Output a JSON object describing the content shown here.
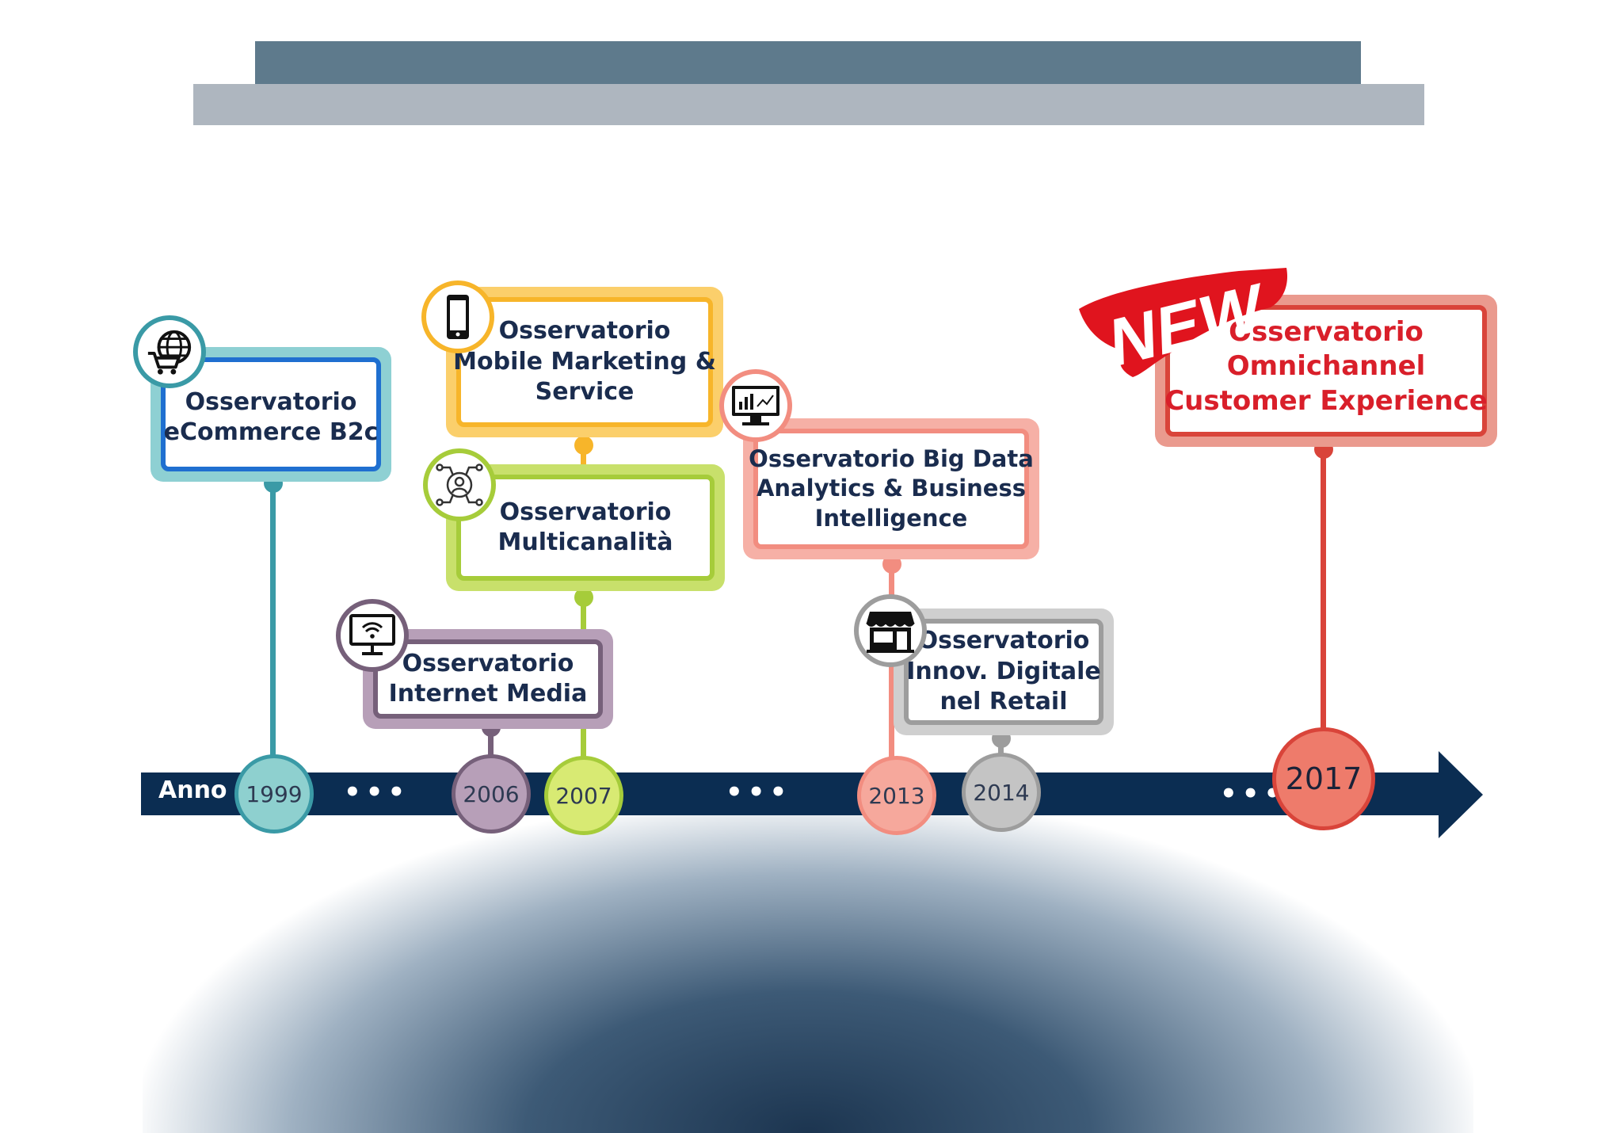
{
  "timeline": {
    "axis_label": "Anno",
    "ellipsis": "•••",
    "accent_arrow": "#0b2d52"
  },
  "badge": {
    "label": "NEW",
    "color": "#e0141e"
  },
  "observatories": [
    {
      "id": "ecommerce",
      "label": "Osservatorio\neCommerce B2c",
      "year": "1999",
      "icon": "globe-cart-icon",
      "color": "#3a9aa6",
      "year_fill": "#8ed0cf"
    },
    {
      "id": "internet-media",
      "label": "Osservatorio\nInternet Media",
      "year": "2006",
      "icon": "monitor-wifi-icon",
      "color": "#76607a",
      "year_fill": "#b79fb8"
    },
    {
      "id": "multicanalita",
      "label": "Osservatorio\nMulticanalità",
      "year": "2007",
      "icon": "network-user-icon",
      "color": "#a6cc3a",
      "year_fill": "#d8ea73"
    },
    {
      "id": "mobile",
      "label": "Osservatorio\nMobile Marketing &\nService",
      "year": "",
      "icon": "smartphone-icon",
      "color": "#f7b52a",
      "year_fill": ""
    },
    {
      "id": "big-data",
      "label": "Osservatorio Big Data\nAnalytics & Business\nIntelligence",
      "year": "2013",
      "icon": "analytics-monitor-icon",
      "color": "#f28d80",
      "year_fill": "#f6a89c"
    },
    {
      "id": "retail",
      "label": "Osservatorio\nInnov. Digitale\nnel Retail",
      "year": "2014",
      "icon": "storefront-icon",
      "color": "#9d9d9d",
      "year_fill": "#c4c4c4"
    },
    {
      "id": "omnichannel",
      "label": "Osservatorio\nOmnichannel\nCustomer Experience",
      "year": "2017",
      "icon": "",
      "color": "#d9443a",
      "year_fill": "#ee7b6b"
    }
  ]
}
